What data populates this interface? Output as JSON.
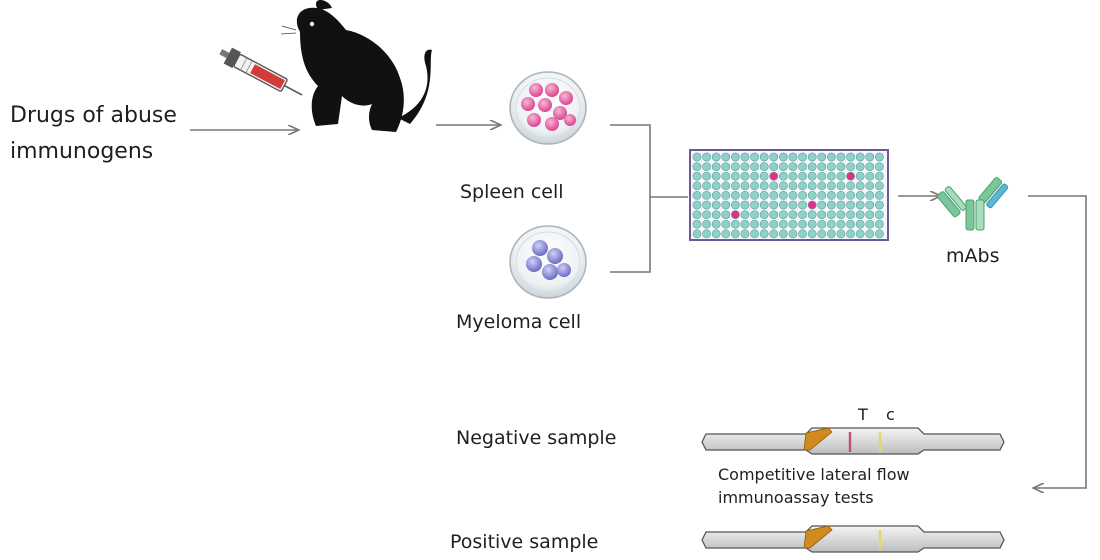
{
  "labels": {
    "input_line1": "Drugs of abuse",
    "input_line2": "immunogens",
    "spleen": "Spleen cell",
    "myeloma": "Myeloma cell",
    "mabs": "mAbs",
    "strip_T": "T",
    "strip_C": "c",
    "negative": "Negative sample",
    "positive": "Positive sample",
    "test_line1": "Competitive lateral flow",
    "test_line2": "immunoassay tests"
  },
  "icons": {
    "mouse": "mouse-icon",
    "syringe": "syringe-icon",
    "spleen_dish": "petri-dish-icon",
    "myeloma_dish": "petri-dish-icon",
    "plate": "well-plate-icon",
    "antibody": "antibody-icon",
    "strip": "test-strip-icon"
  },
  "colors": {
    "arrow": "#777777",
    "pink": "#e0308a",
    "teal_well": "#8fd0c8",
    "plate_border": "#6a5a9a",
    "myeloma_cell": "#8e8ed8",
    "antibody_green": "#7ac79a",
    "antibody_blue": "#5bb7d6",
    "strip_pad": "#d08a1e",
    "test_line_red": "#c0506a",
    "control_line_yellow": "#e8d46a"
  }
}
